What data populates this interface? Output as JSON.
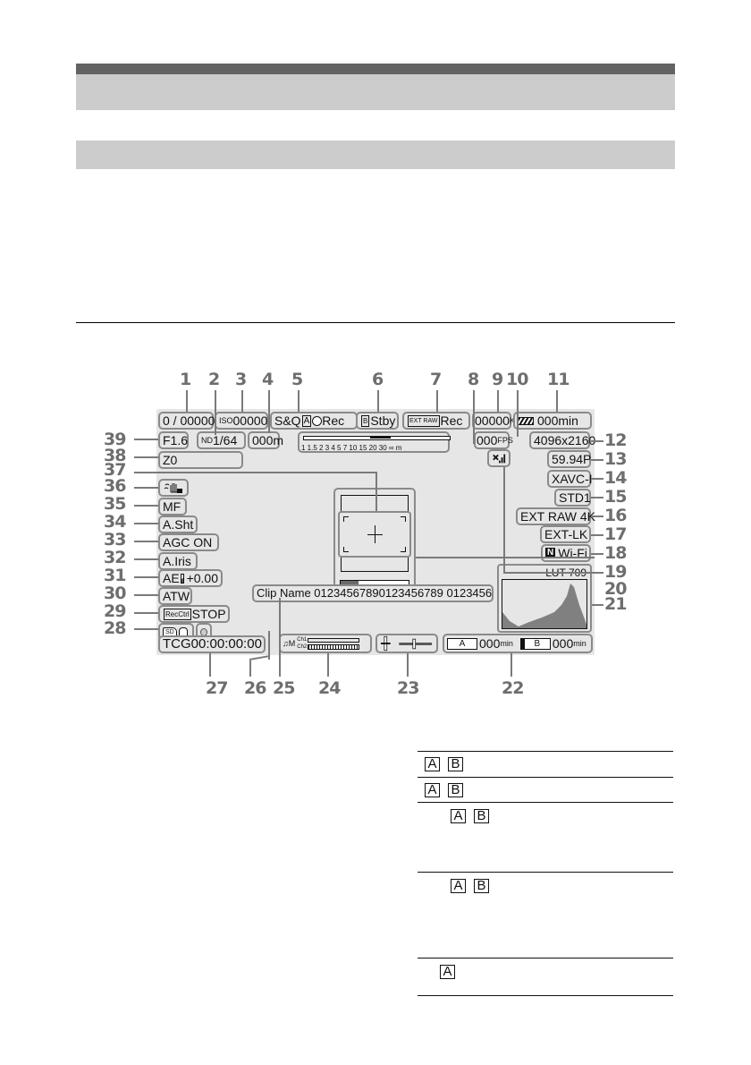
{
  "page": {
    "header_bands": [
      "dark",
      "light",
      "light"
    ]
  },
  "screen": {
    "top_row": {
      "clip_count": "0 / 00000",
      "iso_prefix": "ISO",
      "iso_value": "00000",
      "sq_label": "S&Q",
      "slot_a": "A",
      "rec_a": "Rec",
      "slot_b": "B",
      "stby_b": "Stby",
      "ext_raw_icon": "EXT RAW",
      "ext_raw_rec": "Rec",
      "color_temp": "00000",
      "color_temp_unit": "K",
      "battery_remaining": "000min"
    },
    "second_row": {
      "iris": "F1.6",
      "nd_prefix": "ND",
      "nd_value": "1/64",
      "focus_distance": "000m",
      "fps_value": "000",
      "fps_unit": "FPS",
      "resolution": "4096x2160"
    },
    "focus_scale": {
      "ticks": "1   1.5 2     3  4 5    7  10    15 20   30       ∞  m"
    },
    "zoom_position": "Z0",
    "right_column": {
      "network_icon": "network-signal-icon",
      "frame_rate": "59.94P",
      "codec": "XAVC-I",
      "gamma": "STD1",
      "raw_output": "EXT RAW 4K",
      "sync": "EXT-LK",
      "nfc_icon": "N",
      "wifi": "Wi-Fi"
    },
    "left_column": {
      "steady_icon": "image-stabilizer-icon",
      "focus_mode": "MF",
      "shutter": "A.Sht",
      "agc": "AGC ON",
      "iris_mode": "A.Iris",
      "ae_label": "AE",
      "ae_value": "+0.00",
      "white_balance": "ATW",
      "rec_ctrl_icon": "RecCtrl",
      "rec_ctrl_status": "STOP",
      "sd_label": "SD",
      "timecode_prefix": "TCG",
      "timecode": "00:00:00:00"
    },
    "clip_name": "Clip  Name  01234567890123456789 0123456",
    "audio": {
      "ch1": "Ch1",
      "ch2": "Ch2"
    },
    "media": {
      "slot_a": "A",
      "time_a": "000",
      "unit_a": "min",
      "slot_b": "B",
      "time_b": "000",
      "unit_b": "min"
    },
    "histogram": {
      "label": "LUT 709"
    }
  },
  "callouts": {
    "top": [
      "1",
      "2",
      "3",
      "4",
      "5",
      "6",
      "7",
      "8",
      "9",
      "10",
      "11"
    ],
    "right": [
      "12",
      "13",
      "14",
      "15",
      "16",
      "17",
      "18",
      "19",
      "20",
      "21"
    ],
    "bottom": [
      "22",
      "23",
      "24",
      "25",
      "26",
      "27"
    ],
    "left": [
      "28",
      "29",
      "30",
      "31",
      "32",
      "33",
      "34",
      "35",
      "36",
      "37",
      "38",
      "39"
    ]
  },
  "table": {
    "rows": [
      {
        "icons": [
          "A",
          "B"
        ]
      },
      {
        "icons": [
          "A",
          "B"
        ]
      },
      {
        "icons": [
          "A",
          "B"
        ]
      },
      {
        "icons": [
          "A",
          "B"
        ]
      },
      {
        "icons": [
          "A"
        ]
      }
    ]
  }
}
